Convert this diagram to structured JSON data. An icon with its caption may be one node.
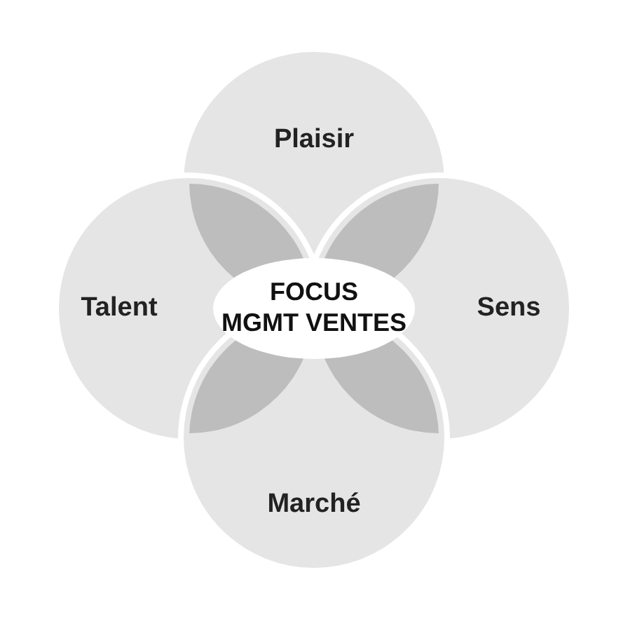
{
  "diagram": {
    "nodes": [
      {
        "text": [
          "Plaisir"
        ]
      },
      {
        "text": [
          "Talent"
        ]
      },
      {
        "text": [
          "Sens"
        ]
      },
      {
        "text": [
          "Marché"
        ]
      }
    ],
    "labels": [
      "FOCUS",
      "MGMT VENTES"
    ]
  }
}
